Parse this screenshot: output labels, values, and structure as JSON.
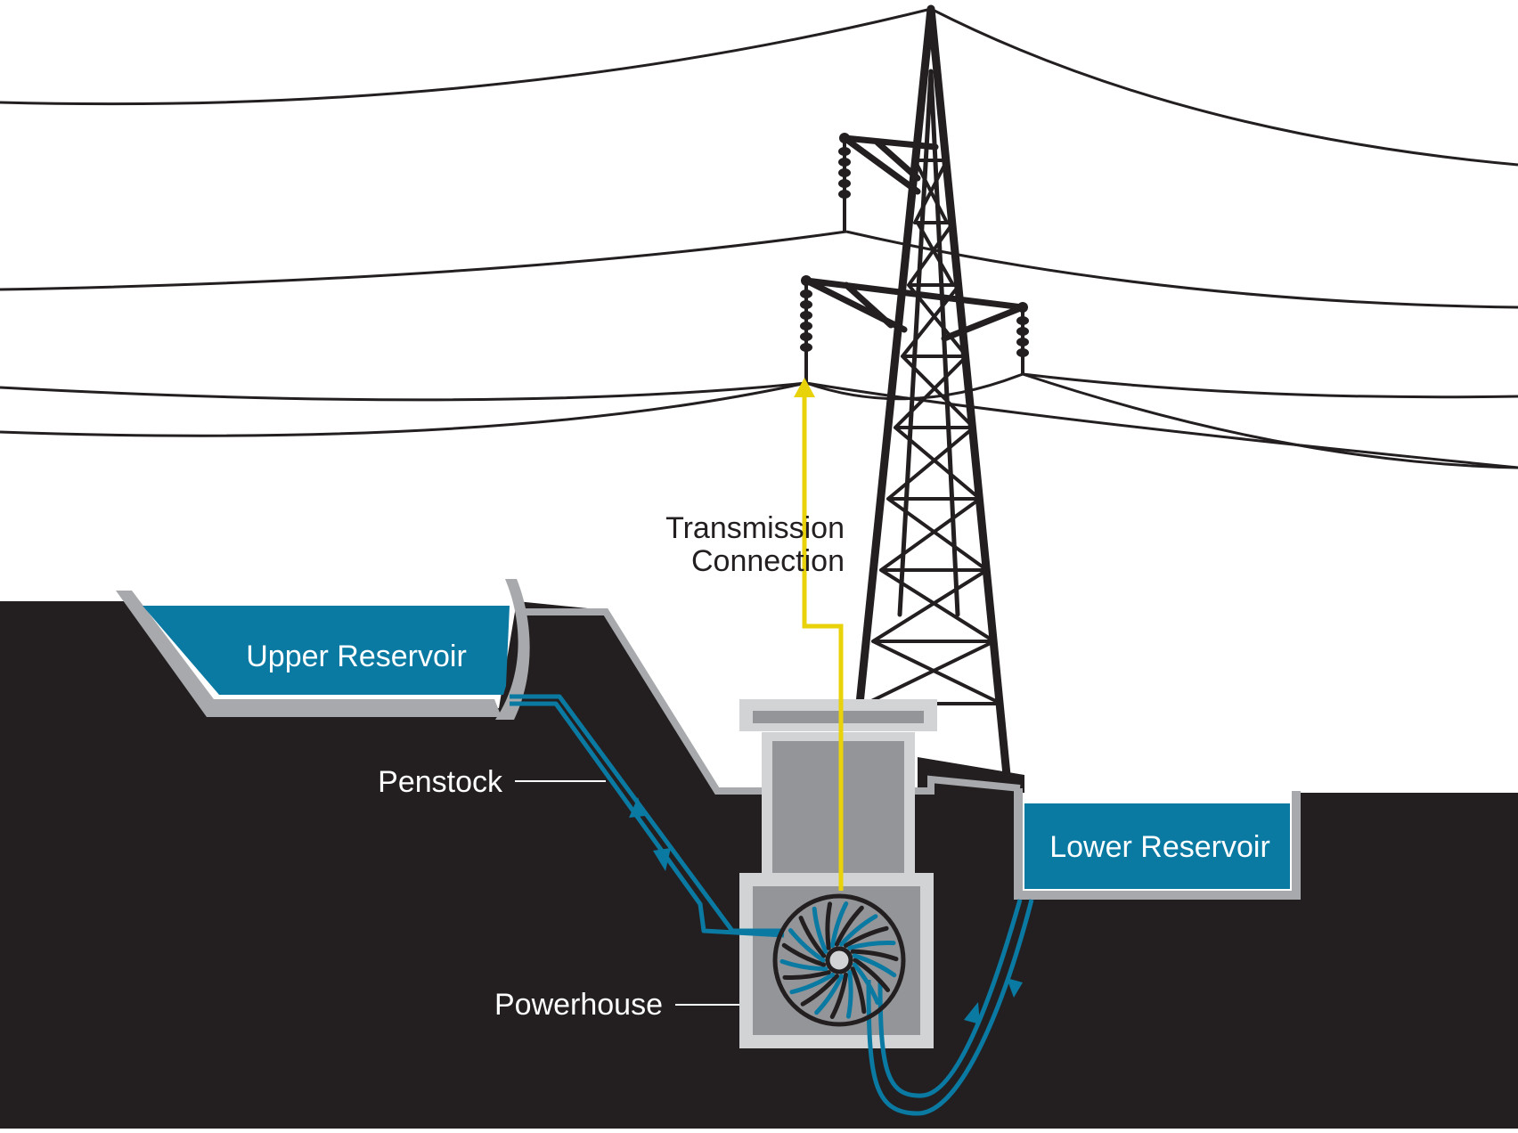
{
  "colors": {
    "ground": "#231f20",
    "water": "#0a7aa3",
    "rim_gray": "#a7a9ac",
    "powerhouse_light": "#d1d3d4",
    "powerhouse_mid": "#939598",
    "transmission": "#e8d20a",
    "tower": "#231f20",
    "line": "#231f20"
  },
  "labels": {
    "transmission_line1": "Transmission",
    "transmission_line2": "Connection",
    "upper_reservoir": "Upper Reservoir",
    "lower_reservoir": "Lower Reservoir",
    "penstock": "Penstock",
    "powerhouse": "Powerhouse"
  }
}
